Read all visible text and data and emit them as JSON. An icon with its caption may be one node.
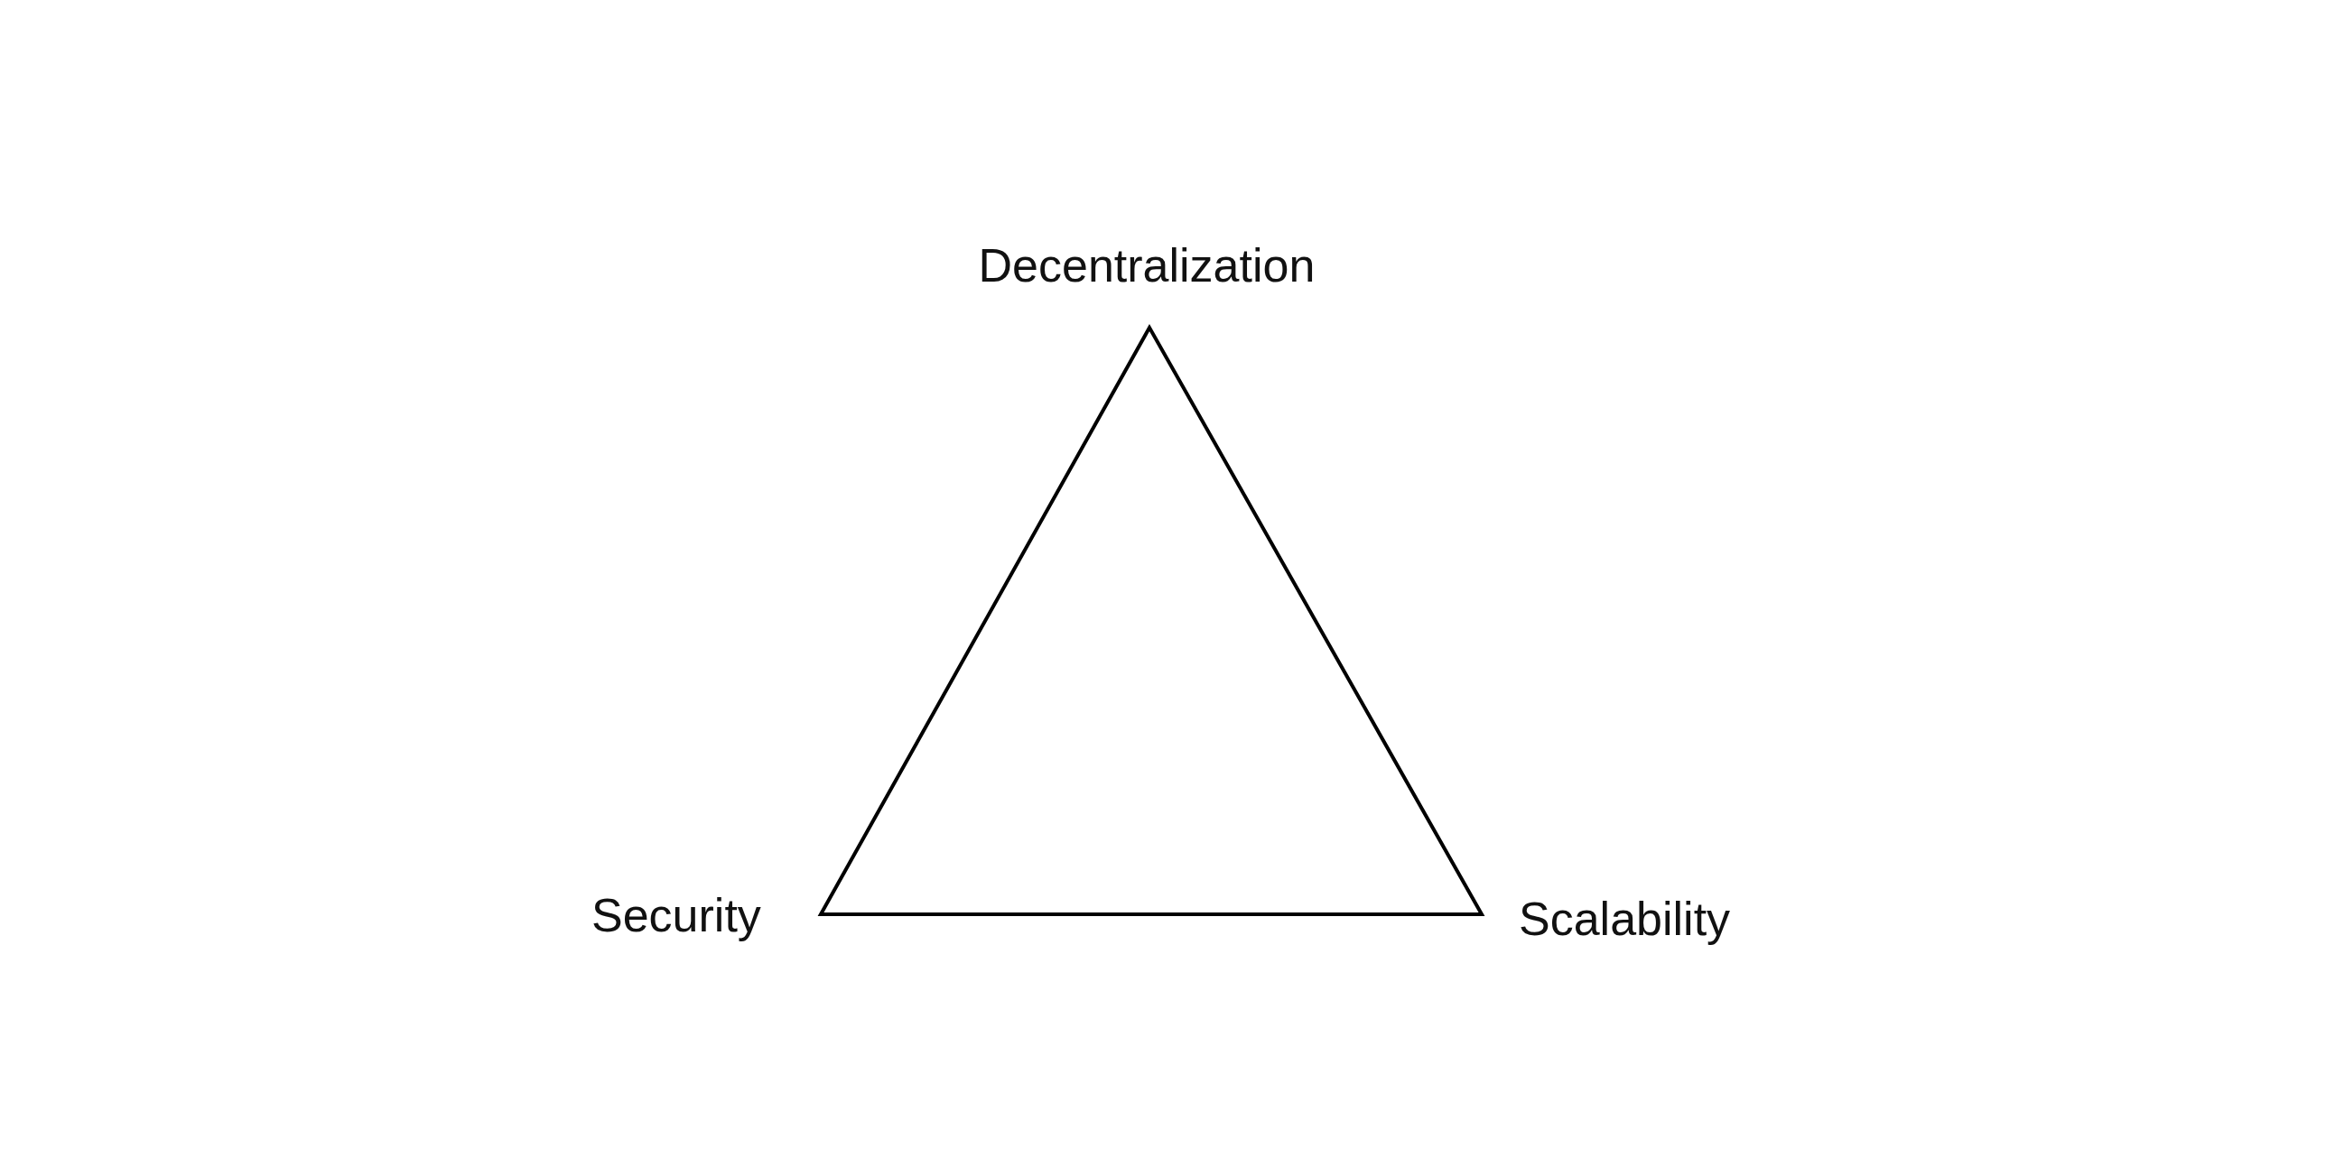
{
  "diagram": {
    "nodes": [
      {
        "text": [],
        "shape": "triangle",
        "beside": [
          "Decentralization",
          "Security",
          "Scalability"
        ]
      }
    ]
  }
}
